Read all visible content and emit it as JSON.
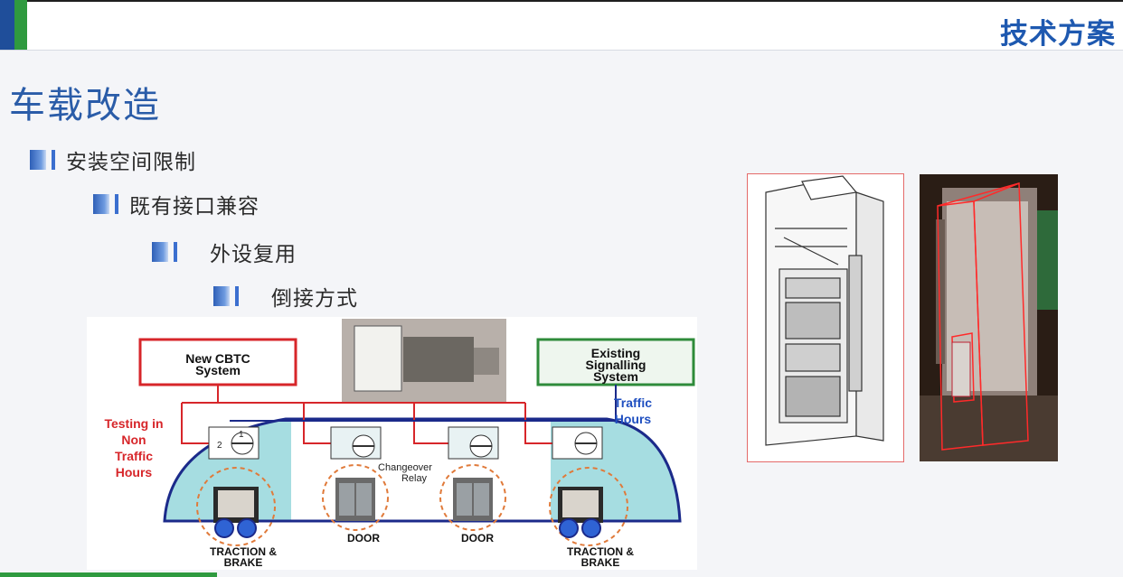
{
  "header": {
    "title": "技术方案"
  },
  "page": {
    "title": "车载改造"
  },
  "bullets": [
    {
      "text": "安装空间限制"
    },
    {
      "text": "既有接口兼容"
    },
    {
      "text": "外设复用"
    },
    {
      "text": "倒接方式"
    }
  ],
  "diagram": {
    "new_cbtc": [
      "New CBTC",
      "System"
    ],
    "existing": [
      "Existing",
      "Signalling",
      "System"
    ],
    "traffic_hours": [
      "Traffic",
      "Hours"
    ],
    "testing": [
      "Testing in",
      "Non",
      "Traffic",
      "Hours"
    ],
    "changeover": [
      "Changeover",
      "Relay"
    ],
    "switch_1": "1",
    "switch_2": "2",
    "equipment": [
      "TRACTION &",
      "BRAKE",
      "DOOR",
      "DOOR",
      "TRACTION &",
      "BRAKE"
    ]
  },
  "colors": {
    "accent_blue": "#1f4e9a",
    "accent_green": "#2f9a3f",
    "title_blue": "#1e59b0",
    "red": "#d7262a",
    "navy": "#1b2a8a"
  }
}
